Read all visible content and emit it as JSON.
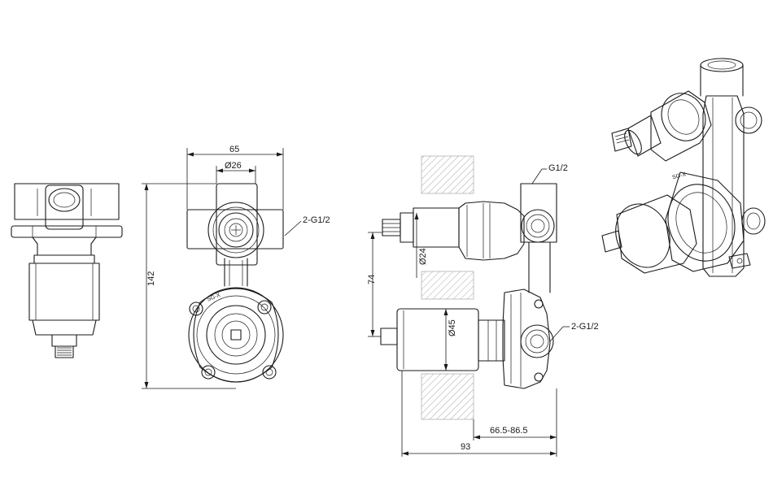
{
  "dimensions": {
    "front_width": "65",
    "front_bore": "Ø26",
    "front_height": "142",
    "front_ports": "2-G1/2",
    "section_top_port": "G1/2",
    "section_spacing": "74",
    "section_spindle_dia": "Ø24",
    "section_body_dia": "Ø45",
    "section_ports": "2-G1/2",
    "section_install_depth": "66.5-86.5",
    "section_total_depth": "93"
  },
  "markings": {
    "front_ring_label": "SG-X",
    "iso_ring_label": "SG-X"
  }
}
